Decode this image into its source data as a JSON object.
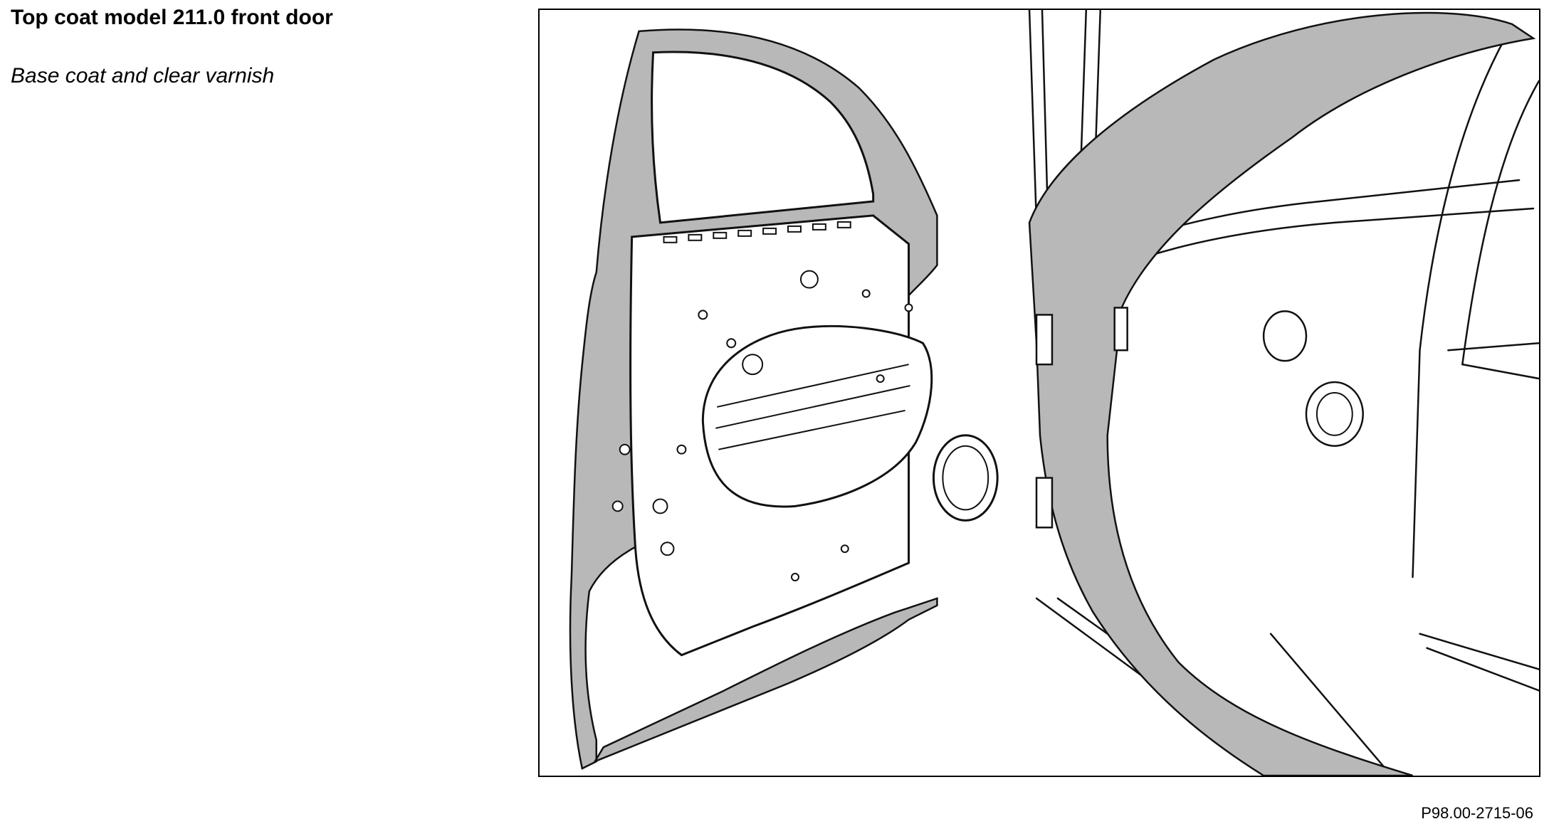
{
  "document": {
    "title": "Top coat model 211.0 front door",
    "subtitle": "Base coat and clear varnish",
    "figure_reference": "P98.00-2715-06"
  },
  "colors": {
    "frame": "#000000",
    "paint_gray": "#b8b8b8",
    "line": "#111111",
    "background": "#ffffff"
  }
}
